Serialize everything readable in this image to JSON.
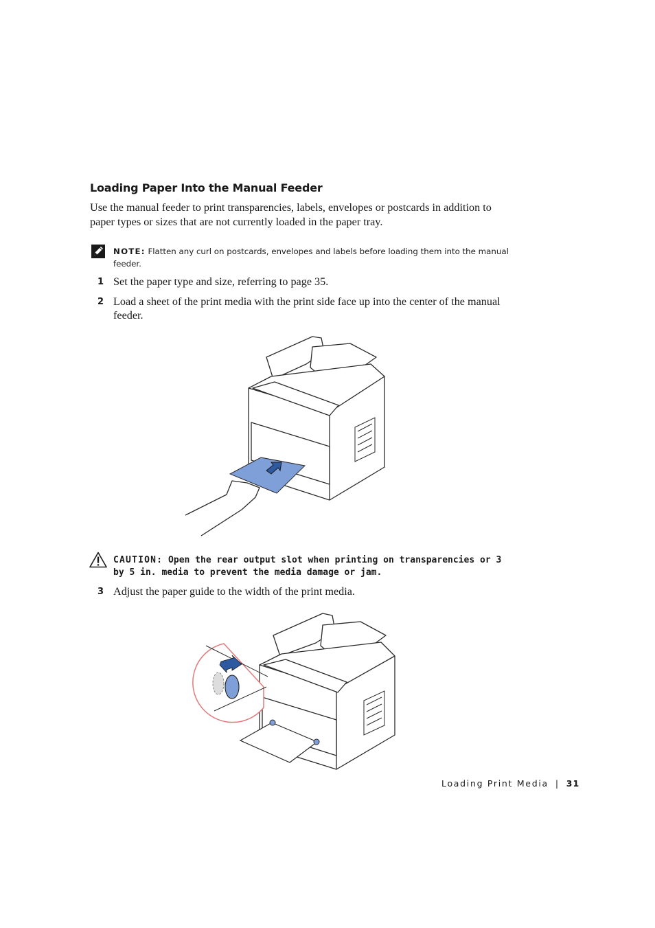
{
  "section": {
    "heading": "Loading Paper Into the Manual Feeder",
    "intro": "Use the manual feeder to print transparencies, labels, envelopes or postcards in addition to paper types or sizes that are not currently loaded in the paper tray."
  },
  "note": {
    "icon": "note-pencil-icon",
    "label": "NOTE:",
    "text": "Flatten any curl on postcards, envelopes and labels before loading them into the manual feeder."
  },
  "steps": [
    {
      "num": "1",
      "text": "Set the paper type and size, referring to page 35."
    },
    {
      "num": "2",
      "text": "Load a sheet of the print media with the print side face up into the center of the manual feeder."
    },
    {
      "num": "3",
      "text": "Adjust the paper guide to the width of the print media."
    }
  ],
  "caution": {
    "icon": "warning-triangle-icon",
    "label": "CAUTION:",
    "text": "Open the rear output slot when printing on transparencies or 3 by 5 in. media to prevent the media damage or jam."
  },
  "footer": {
    "section_title": "Loading Print Media",
    "separator": "|",
    "page_number": "31"
  },
  "colors": {
    "media_blue": "#7f9fd8",
    "arrow_blue": "#2d5aa0",
    "callout_red": "#e07a7a"
  }
}
